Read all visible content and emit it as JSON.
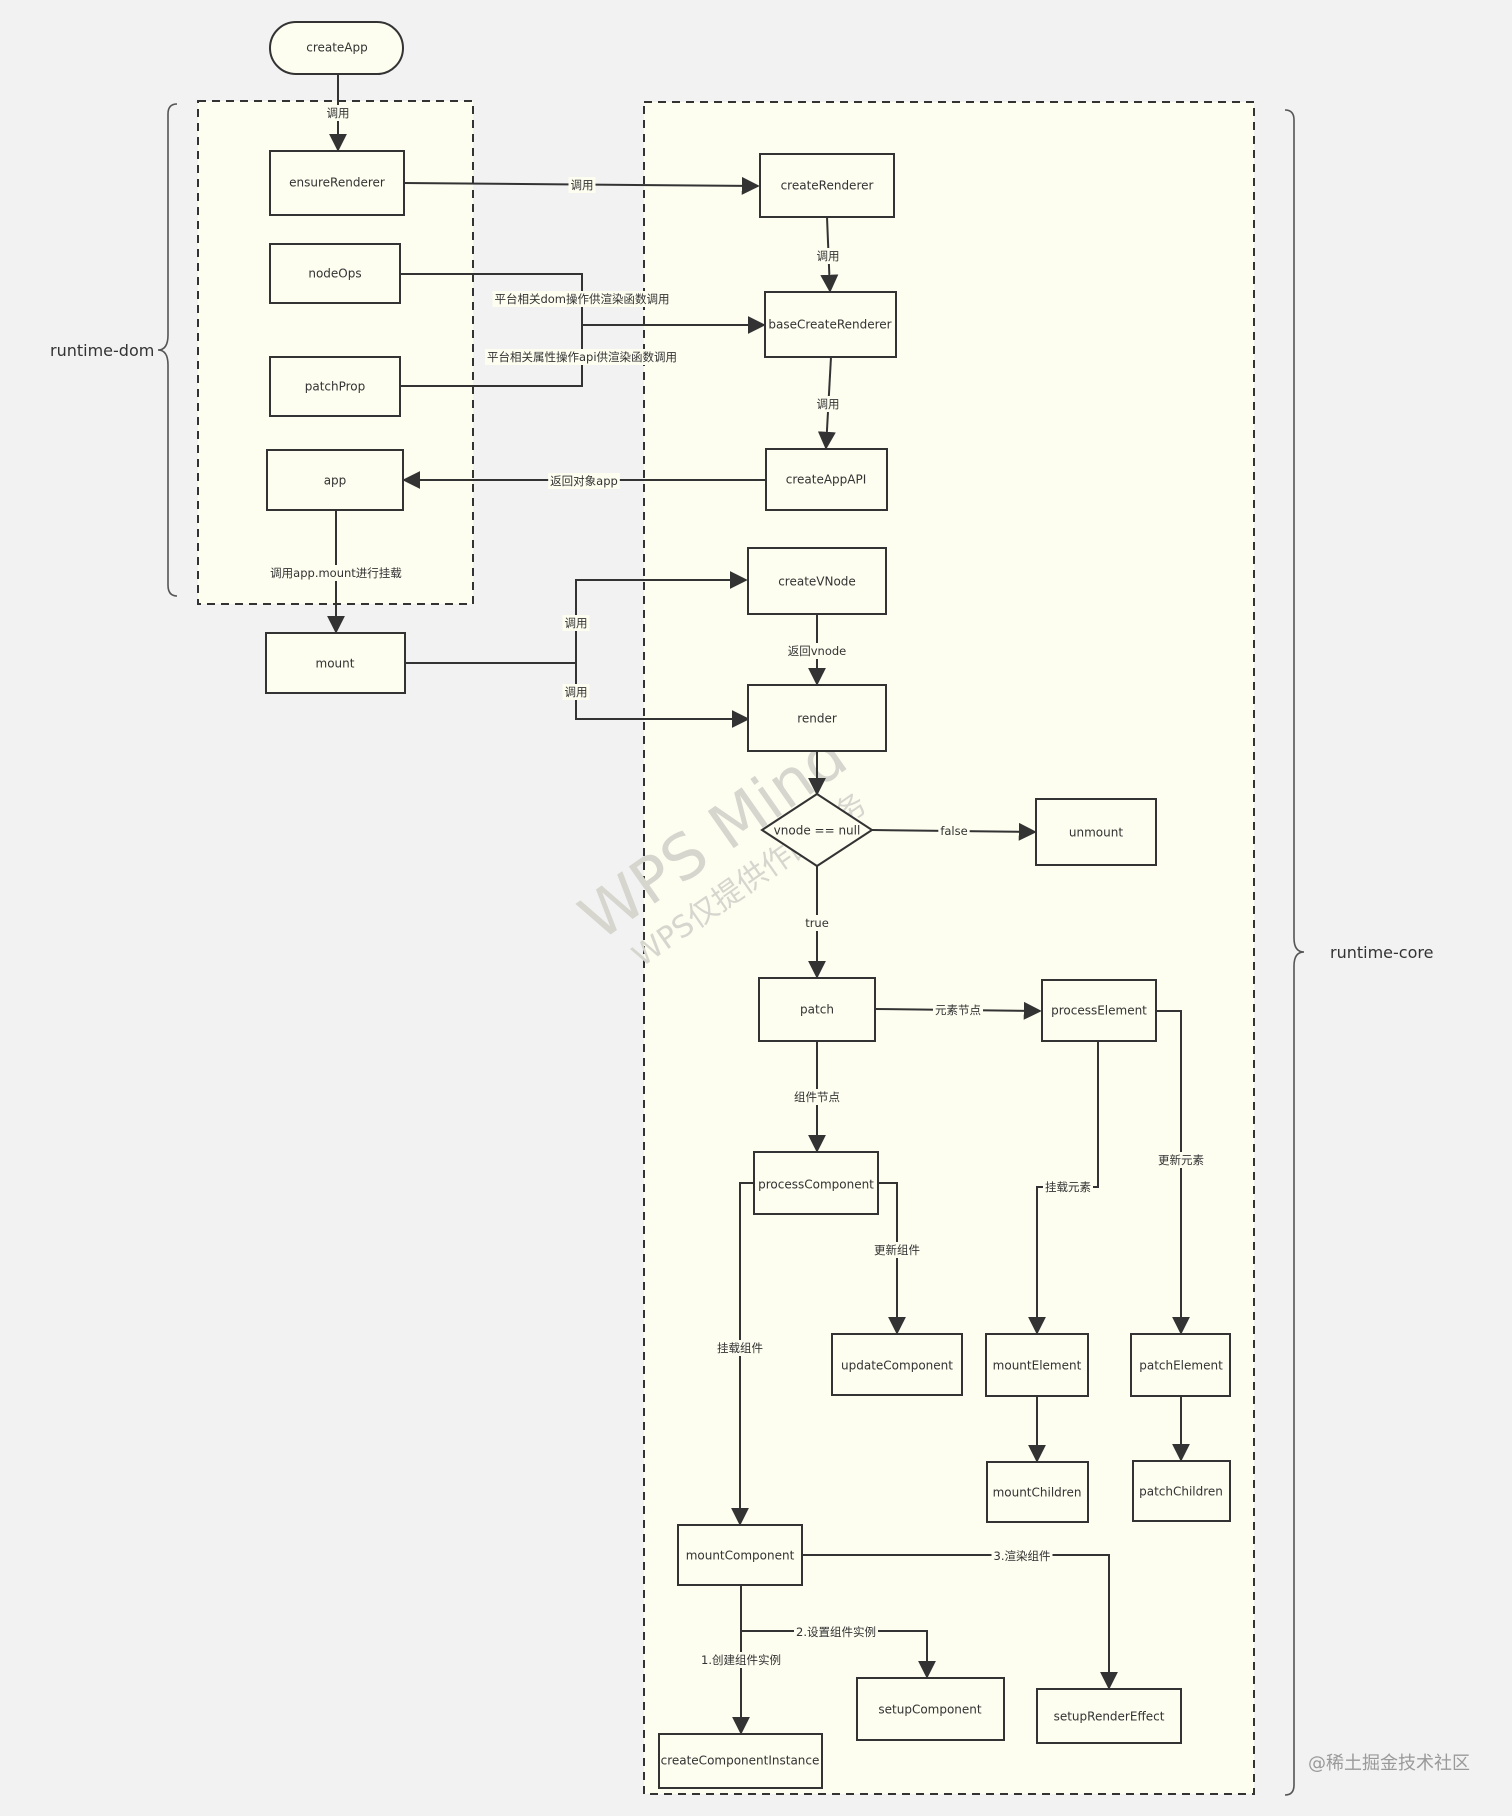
{
  "groups": {
    "runtime_dom": "runtime-dom",
    "runtime_core": "runtime-core"
  },
  "nodes": {
    "createApp": "createApp",
    "ensureRenderer": "ensureRenderer",
    "nodeOps": "nodeOps",
    "patchProp": "patchProp",
    "app": "app",
    "mount": "mount",
    "createRenderer": "createRenderer",
    "baseCreateRenderer": "baseCreateRenderer",
    "createAppAPI": "createAppAPI",
    "createVNode": "createVNode",
    "render": "render",
    "vnodeNull": "vnode == null",
    "unmount": "unmount",
    "patch": "patch",
    "processElement": "processElement",
    "processComponent": "processComponent",
    "updateComponent": "updateComponent",
    "mountElement": "mountElement",
    "patchElement": "patchElement",
    "mountChildren": "mountChildren",
    "patchChildren": "patchChildren",
    "mountComponent": "mountComponent",
    "setupComponent": "setupComponent",
    "setupRenderEffect": "setupRenderEffect",
    "createComponentInstance": "createComponentInstance"
  },
  "edges": {
    "createApp_ensure": "调用",
    "ensure_createRenderer": "调用",
    "createRenderer_base": "调用",
    "nodeOps_base": "平台相关dom操作供渲染函数调用",
    "patchProp_base": "平台相关属性操作api供渲染函数调用",
    "base_createAppAPI": "调用",
    "createAppAPI_app": "返回对象app",
    "app_mount": "调用app.mount进行挂载",
    "mount_createVNode": "调用",
    "mount_render": "调用",
    "createVNode_render": "返回vnode",
    "vnode_unmount": "false",
    "vnode_patch": "true",
    "patch_processElement": "元素节点",
    "patch_processComponent": "组件节点",
    "processElement_mountElement": "挂载元素",
    "processElement_patchElement": "更新元素",
    "processComponent_updateComponent": "更新组件",
    "processComponent_mountComponent": "挂载组件",
    "mountComponent_setupRenderEffect": "3.渲染组件",
    "mountComponent_setupComponent": "2.设置组件实例",
    "mountComponent_createComponentInstance": "1.创建组件实例"
  },
  "watermark": {
    "line1": "WPS Mind",
    "line2": "WPS仅提供作图服务"
  },
  "footer": {
    "credit": "@稀土掘金技术社区"
  }
}
